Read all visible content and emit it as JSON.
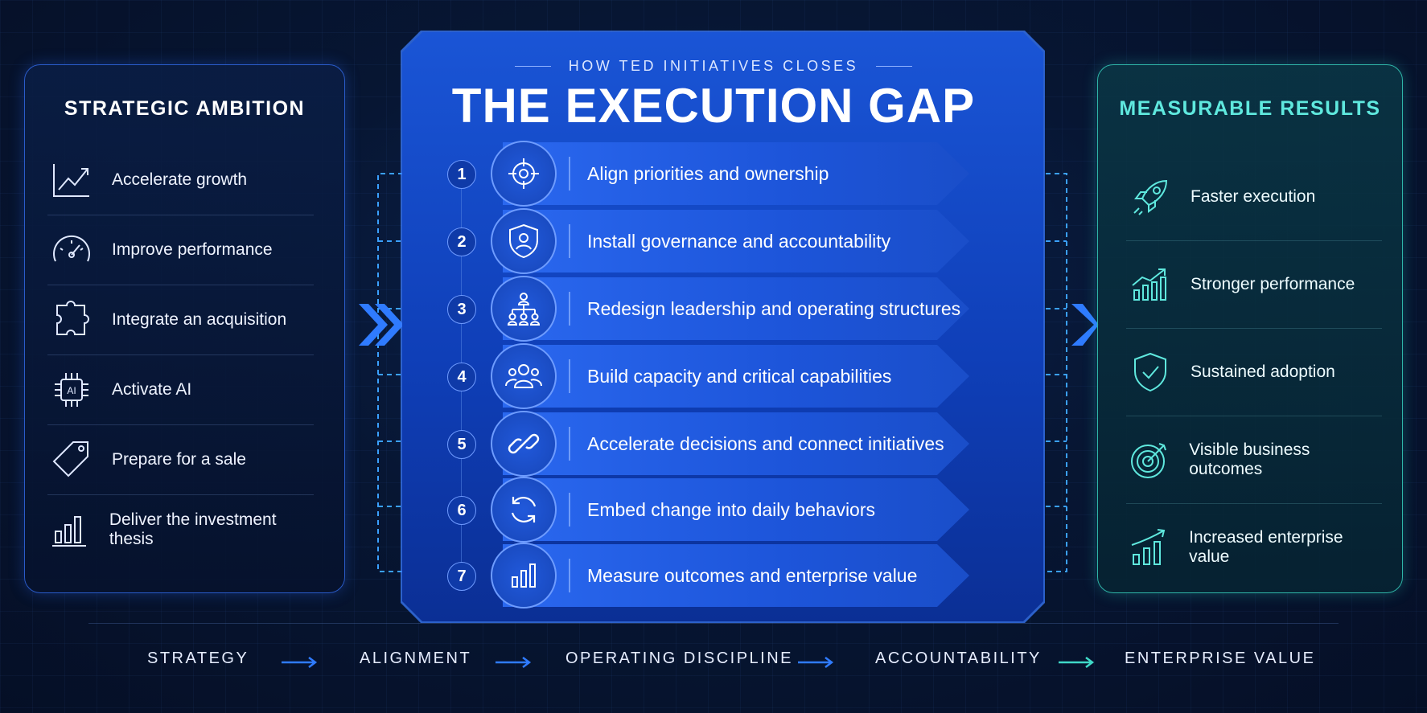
{
  "header": {
    "subtitle": "HOW TED INITIATIVES CLOSES",
    "title": "THE EXECUTION GAP"
  },
  "left_panel": {
    "title": "STRATEGIC AMBITION",
    "items": [
      {
        "label": "Accelerate growth",
        "icon": "trend-up-icon"
      },
      {
        "label": "Improve performance",
        "icon": "speedometer-icon"
      },
      {
        "label": "Integrate an acquisition",
        "icon": "puzzle-icon"
      },
      {
        "label": "Activate AI",
        "icon": "ai-chip-icon"
      },
      {
        "label": "Prepare for a sale",
        "icon": "price-tag-icon"
      },
      {
        "label": "Deliver the investment thesis",
        "icon": "bar-chart-icon"
      }
    ]
  },
  "steps": [
    {
      "number": "1",
      "label": "Align priorities and ownership",
      "icon": "target-crosshair-icon"
    },
    {
      "number": "2",
      "label": "Install governance and accountability",
      "icon": "shield-user-icon"
    },
    {
      "number": "3",
      "label": "Redesign leadership and operating structures",
      "icon": "org-chart-icon"
    },
    {
      "number": "4",
      "label": "Build capacity and critical capabilities",
      "icon": "team-icon"
    },
    {
      "number": "5",
      "label": "Accelerate decisions and connect initiatives",
      "icon": "link-icon"
    },
    {
      "number": "6",
      "label": "Embed change into daily behaviors",
      "icon": "refresh-cycle-icon"
    },
    {
      "number": "7",
      "label": "Measure outcomes and enterprise value",
      "icon": "bar-chart-icon"
    }
  ],
  "right_panel": {
    "title": "MEASURABLE RESULTS",
    "items": [
      {
        "label": "Faster execution",
        "icon": "rocket-icon"
      },
      {
        "label": "Stronger performance",
        "icon": "growth-chart-icon"
      },
      {
        "label": "Sustained adoption",
        "icon": "shield-check-icon"
      },
      {
        "label": "Visible business outcomes",
        "icon": "target-arrow-icon"
      },
      {
        "label": "Increased enterprise value",
        "icon": "value-chart-icon"
      }
    ]
  },
  "flow": [
    "STRATEGY",
    "ALIGNMENT",
    "OPERATING DISCIPLINE",
    "ACCOUNTABILITY",
    "ENTERPRISE VALUE"
  ],
  "colors": {
    "background": "#061530",
    "center_blue": "#1a55d6",
    "teal_accent": "#5fe8de",
    "blue_accent": "#2a6df0"
  }
}
